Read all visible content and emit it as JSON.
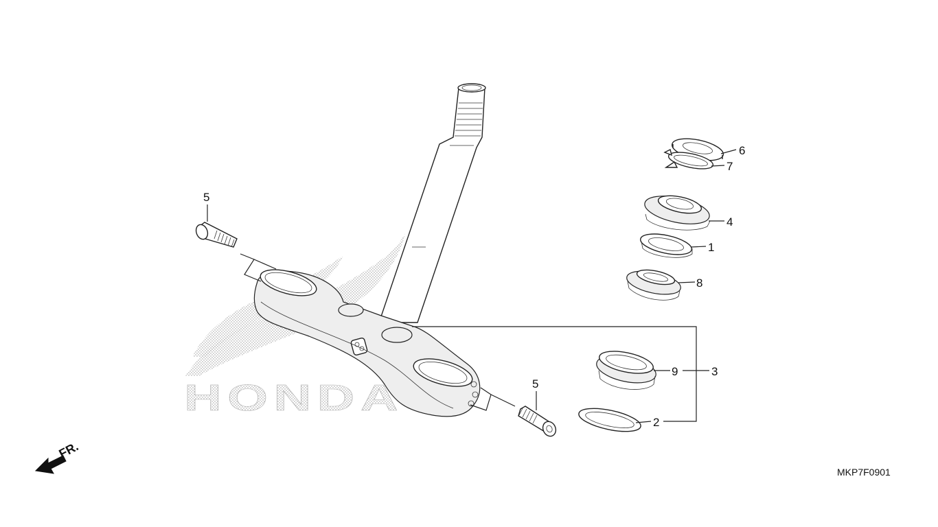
{
  "callouts": {
    "c1": "1",
    "c2": "2",
    "c3": "3",
    "c4": "4",
    "c5a": "5",
    "c5b": "5",
    "c6": "6",
    "c7": "7",
    "c8": "8",
    "c9": "9"
  },
  "watermark": "HONDA",
  "direction_label": "FR.",
  "diagram_code": "MKP7F0901"
}
